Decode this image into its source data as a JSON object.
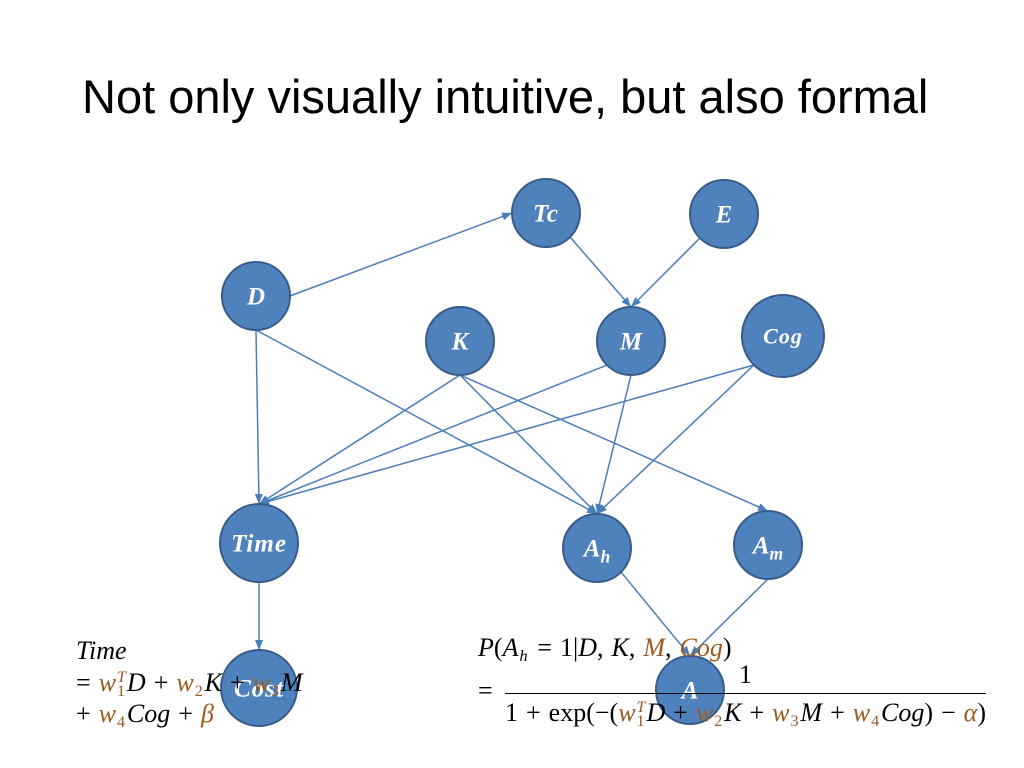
{
  "slide": {
    "title": "Not only visually intuitive, but also formal"
  },
  "colors": {
    "background": "#FFFFFF",
    "node_fill": "#4F81BD",
    "node_stroke": "#385D8A",
    "edge": "#4A7EBB",
    "node_label": "#FFFFFF",
    "text": "#000000",
    "highlight": "#9C5B1F"
  },
  "network": {
    "nodes": [
      {
        "label": "Tc"
      },
      {
        "label": "E"
      },
      {
        "label": "D"
      },
      {
        "label": "K"
      },
      {
        "label": "M"
      },
      {
        "label": "Cog"
      },
      {
        "label": "Time"
      },
      {
        "label": "A",
        "sub": "h"
      },
      {
        "label": "A",
        "sub": "m"
      },
      {
        "label": "Cost"
      },
      {
        "label": "A"
      }
    ],
    "edges": [
      [
        2,
        0
      ],
      [
        0,
        4
      ],
      [
        1,
        4
      ],
      [
        2,
        6
      ],
      [
        2,
        7
      ],
      [
        3,
        6
      ],
      [
        3,
        7
      ],
      [
        3,
        8
      ],
      [
        4,
        6
      ],
      [
        4,
        7
      ],
      [
        5,
        6
      ],
      [
        5,
        7
      ],
      [
        6,
        9
      ],
      [
        7,
        10
      ],
      [
        8,
        10
      ]
    ]
  },
  "formulas": {
    "time": {
      "lines": [
        [
          {
            "t": "Time",
            "i": true
          }
        ],
        [
          {
            "t": "= "
          },
          {
            "t": "w",
            "i": true,
            "hl": true,
            "sup": "T",
            "sub": "1"
          },
          {
            "t": "D",
            "i": true
          },
          {
            "t": " + "
          },
          {
            "t": "w",
            "i": true,
            "hl": true,
            "sub": "2"
          },
          {
            "t": "K",
            "i": true
          },
          {
            "t": " + "
          },
          {
            "t": "w",
            "i": true,
            "hl": true,
            "sub": "3"
          },
          {
            "t": "M",
            "i": true
          }
        ],
        [
          {
            "t": "+ "
          },
          {
            "t": "w",
            "i": true,
            "hl": true,
            "sub": "4"
          },
          {
            "t": "Cog",
            "i": true
          },
          {
            "t": " + "
          },
          {
            "t": "β",
            "i": true,
            "hl": true
          }
        ]
      ]
    },
    "prob": {
      "lhs": [
        {
          "t": "P",
          "i": true
        },
        {
          "t": "("
        },
        {
          "t": "A",
          "i": true,
          "sub": "h"
        },
        {
          "t": " = 1|"
        },
        {
          "t": "D",
          "i": true
        },
        {
          "t": ", "
        },
        {
          "t": "K",
          "i": true
        },
        {
          "t": ", "
        },
        {
          "t": "M",
          "i": true,
          "hl": true
        },
        {
          "t": ", "
        },
        {
          "t": "Cog",
          "i": true,
          "hl": true
        },
        {
          "t": ")"
        }
      ],
      "eq": "=",
      "numerator": [
        {
          "t": "1"
        }
      ],
      "denominator": [
        {
          "t": "1 + exp(−("
        },
        {
          "t": "w",
          "i": true,
          "hl": true,
          "sup": "T",
          "sub": "1"
        },
        {
          "t": "D",
          "i": true
        },
        {
          "t": " + "
        },
        {
          "t": "w",
          "i": true,
          "hl": true,
          "sub": "2"
        },
        {
          "t": "K",
          "i": true
        },
        {
          "t": " + "
        },
        {
          "t": "w",
          "i": true,
          "hl": true,
          "sub": "3"
        },
        {
          "t": "M",
          "i": true
        },
        {
          "t": " + "
        },
        {
          "t": "w",
          "i": true,
          "hl": true,
          "sub": "4"
        },
        {
          "t": "Cog",
          "i": true
        },
        {
          "t": ") − "
        },
        {
          "t": "α",
          "i": true,
          "hl": true
        },
        {
          "t": ")"
        }
      ]
    }
  }
}
